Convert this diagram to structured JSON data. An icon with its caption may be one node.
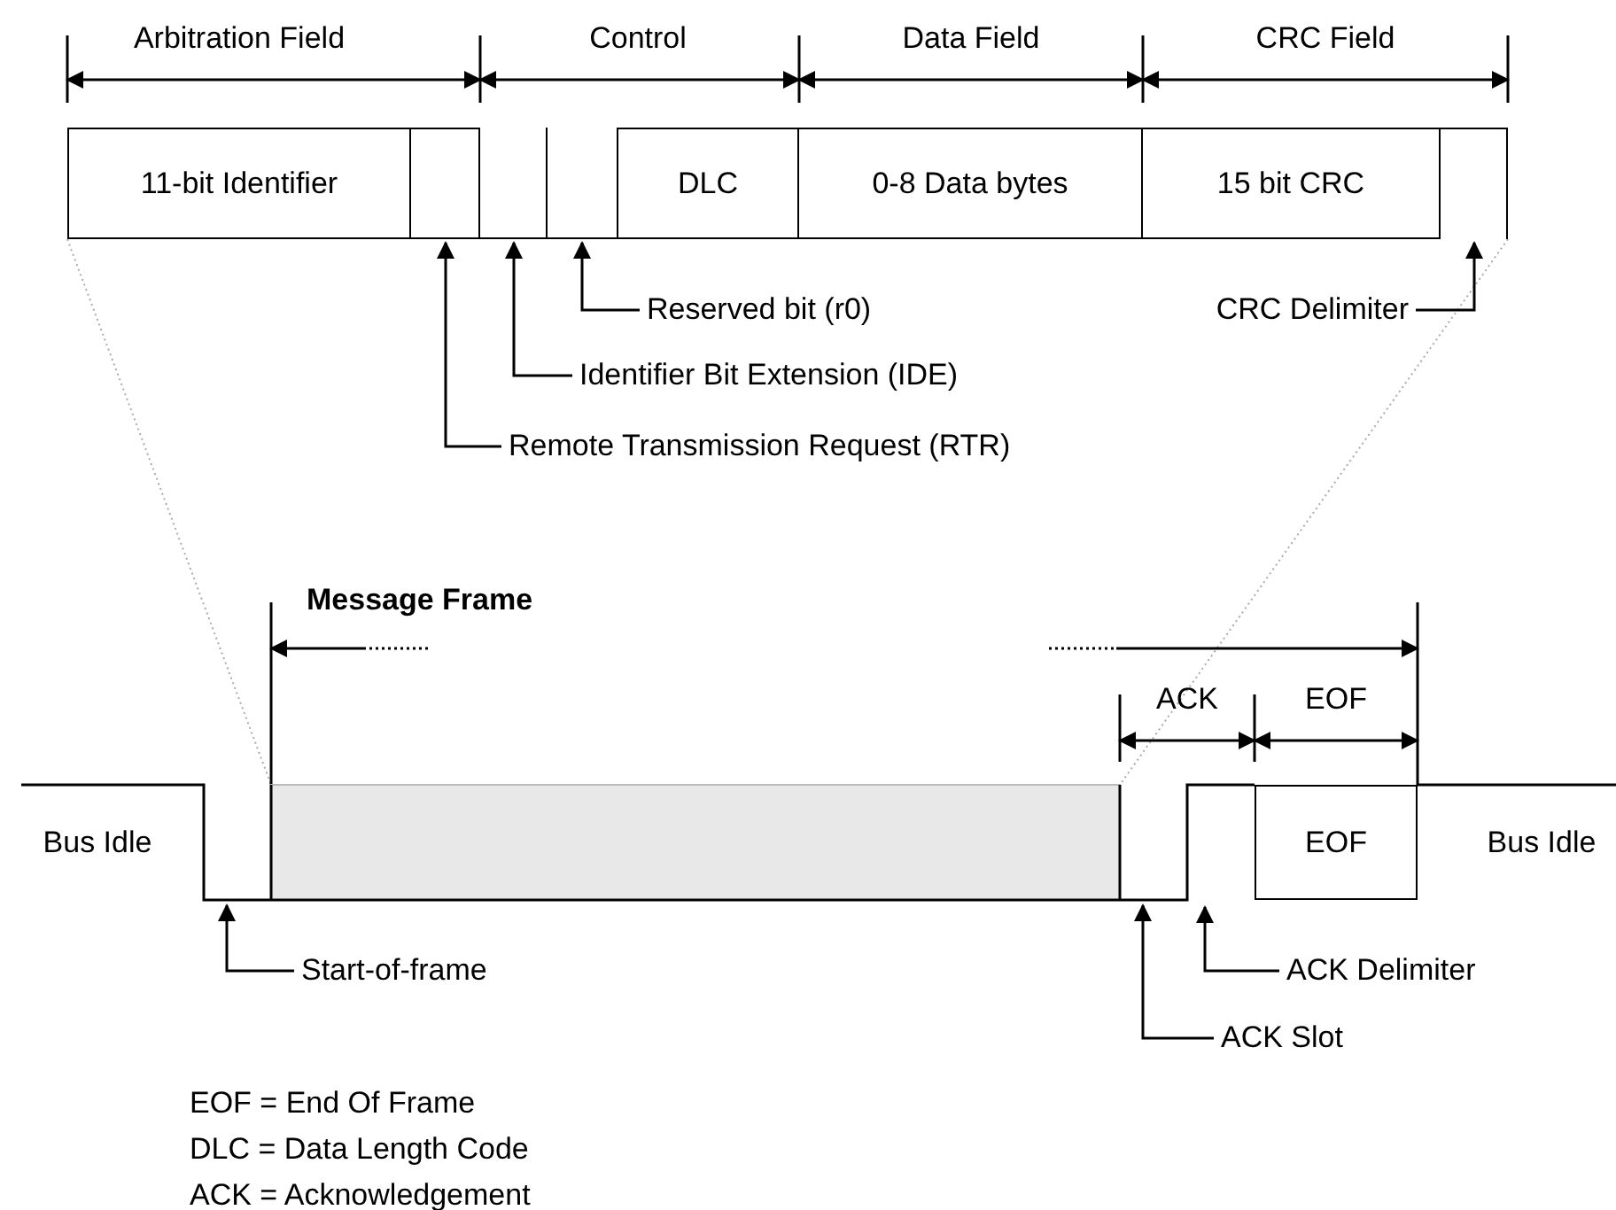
{
  "diagram": {
    "nodes": [
      {
        "text": [
          "11-bit Identifier"
        ]
      },
      {
        "text": [],
        "shape": "box"
      },
      {
        "text": [],
        "shape": "box"
      },
      {
        "text": [],
        "shape": "box"
      },
      {
        "text": [
          "DLC"
        ]
      },
      {
        "text": [
          "0-8 Data bytes"
        ]
      },
      {
        "text": [
          "15 bit CRC"
        ]
      },
      {
        "text": [],
        "shape": "box"
      },
      {
        "text": [
          "Reserved bit (r0)"
        ]
      },
      {
        "text": [
          "CRC Delimiter"
        ]
      },
      {
        "text": [
          "Identifier Bit Extension (IDE)"
        ]
      },
      {
        "text": [
          "Remote Transmission Request (RTR)"
        ]
      },
      {
        "text": [
          "EOF"
        ]
      },
      {
        "text": [
          "Start-of-frame"
        ]
      },
      {
        "text": [
          "ACK Delimiter"
        ]
      },
      {
        "text": [
          "ACK Slot"
        ]
      }
    ],
    "edges": [
      {
        "from": 8,
        "to": 3,
        "arrow": "to"
      },
      {
        "from": 9,
        "to": 7,
        "arrow": "to"
      },
      {
        "from": 10,
        "to": 2,
        "arrow": "to"
      },
      {
        "from": 11,
        "to": 1,
        "arrow": "to"
      },
      {
        "from": 13,
        "to": null,
        "arrow": "to"
      },
      {
        "from": 14,
        "to": null,
        "arrow": "to"
      },
      {
        "from": 15,
        "to": null,
        "arrow": "to"
      }
    ],
    "labels": [
      "Arbitration Field",
      "Control",
      "Data Field",
      "CRC Field",
      "Message Frame",
      "ACK",
      "EOF",
      "Bus Idle",
      "Bus Idle",
      "EOF = End Of Frame",
      "DLC = Data Length Code",
      "ACK = Acknowledgement"
    ]
  }
}
